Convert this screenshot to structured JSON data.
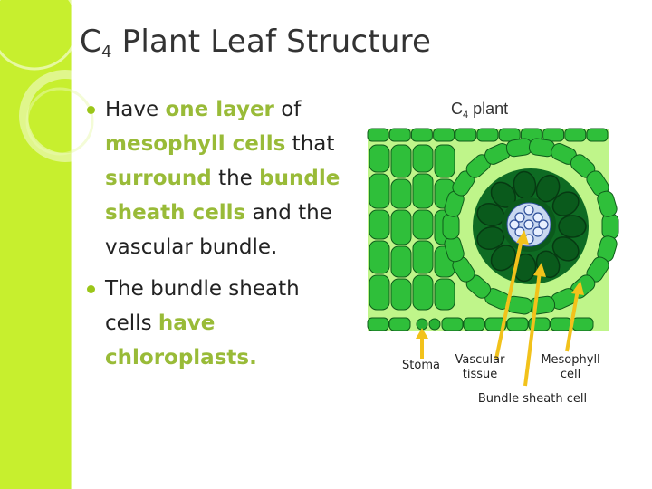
{
  "slide": {
    "title_prefix": "C",
    "title_sub": "4",
    "title_rest": " Plant Leaf Structure",
    "bullets": [
      {
        "parts": [
          {
            "text": "Have ",
            "hl": false
          },
          {
            "text": "one layer",
            "hl": true
          },
          {
            "text": " of ",
            "hl": false
          },
          {
            "text": "mesophyll cells",
            "hl": true
          },
          {
            "text": " that ",
            "hl": false
          },
          {
            "text": "surround",
            "hl": true
          },
          {
            "text": " the ",
            "hl": false
          },
          {
            "text": "bundle sheath cells",
            "hl": true
          },
          {
            "text": " and the vascular bundle.",
            "hl": false
          }
        ]
      },
      {
        "parts": [
          {
            "text": "The bundle sheath cells ",
            "hl": false
          },
          {
            "text": "have chloroplasts.",
            "hl": true
          }
        ]
      }
    ]
  },
  "diagram": {
    "title_prefix": "C",
    "title_sub": "4",
    "title_rest": " plant",
    "labels": {
      "stoma": "Stoma",
      "vascular": [
        "Vascular",
        "tissue"
      ],
      "mesophyll": [
        "Mesophyll",
        "cell"
      ],
      "bundle_sheath": "Bundle sheath cell"
    }
  },
  "colors": {
    "accent_band": "#c7ef2e",
    "highlight_text": "#99bb38",
    "mesophyll_green": "#2fbf3a",
    "sheath_dark": "#0e6b23",
    "arrow_yellow": "#f2c21b"
  }
}
